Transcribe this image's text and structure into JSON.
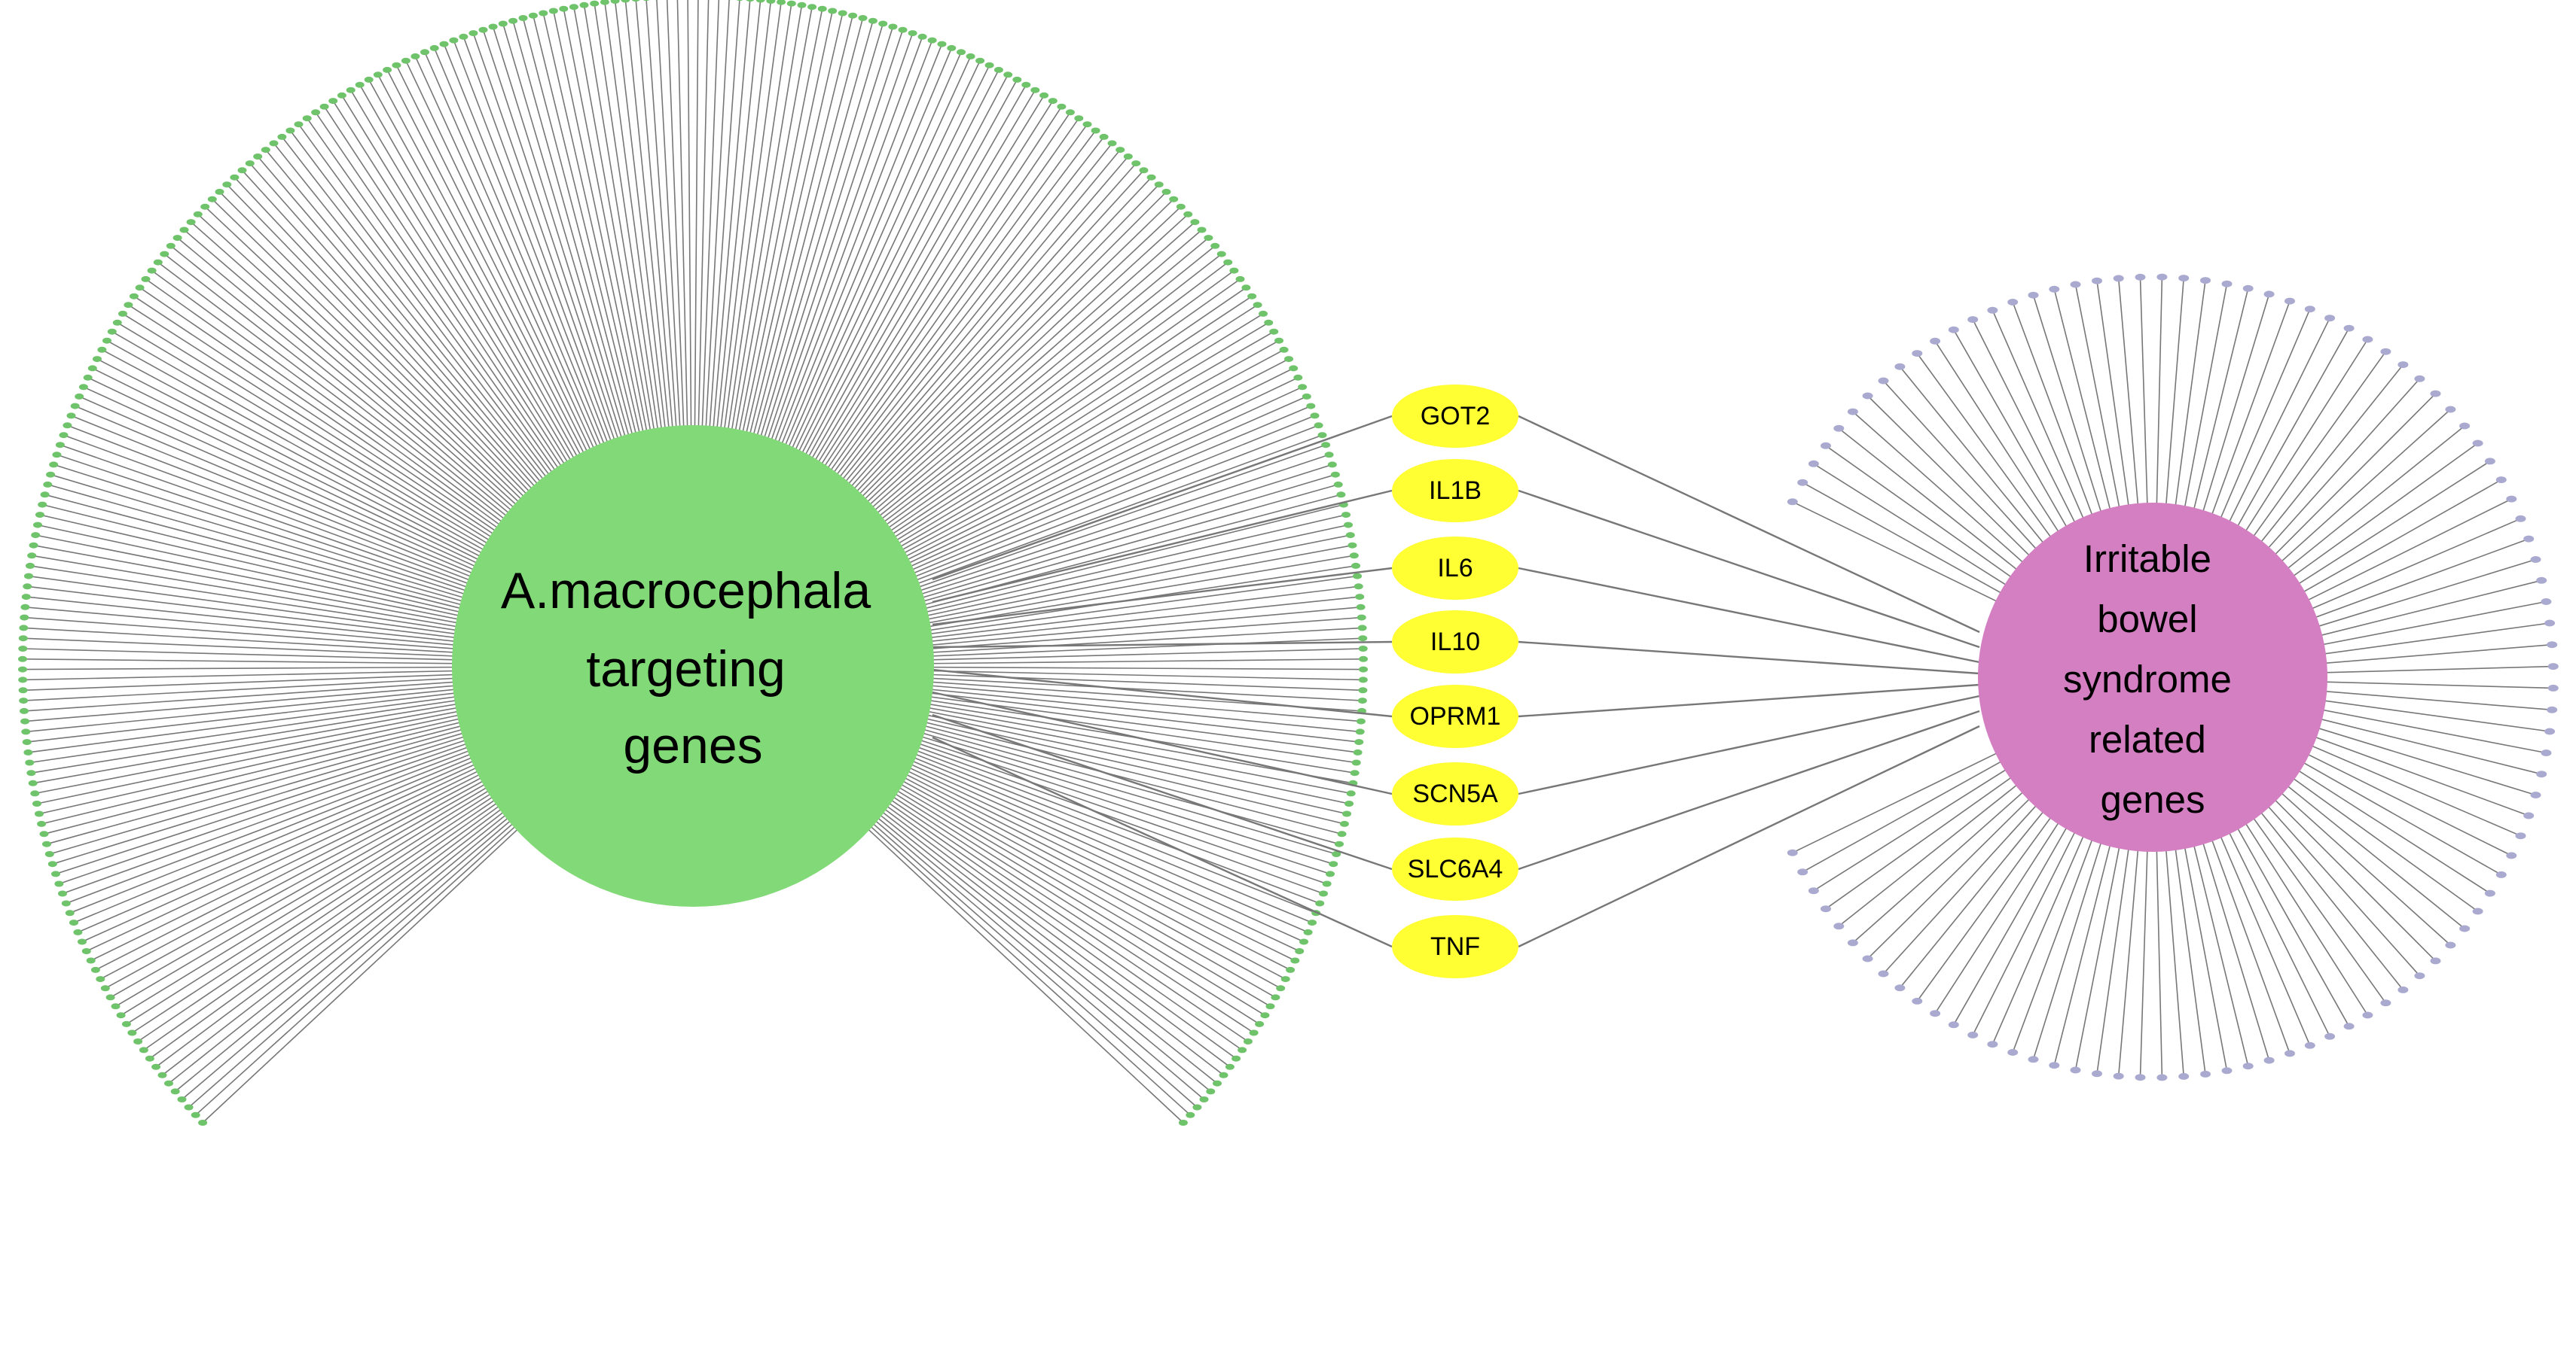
{
  "colors": {
    "left_hub": "#82d977",
    "right_hub": "#d47fc2",
    "shared_node": "#ffff33",
    "left_leaf": "#6fc36a",
    "right_leaf": "#aaaad0",
    "edge": "#777777",
    "background": "#ffffff"
  },
  "left_hub": {
    "label_lines": [
      "A.macrocephala",
      "targeting",
      "genes"
    ],
    "leaf_count": 300
  },
  "right_hub": {
    "label_lines": [
      "Irritable",
      "bowel",
      "syndrome",
      "related",
      "genes"
    ],
    "leaf_count": 100
  },
  "shared_genes": [
    "GOT2",
    "IL1B",
    "IL6",
    "IL10",
    "OPRM1",
    "SCN5A",
    "SLC6A4",
    "TNF"
  ]
}
